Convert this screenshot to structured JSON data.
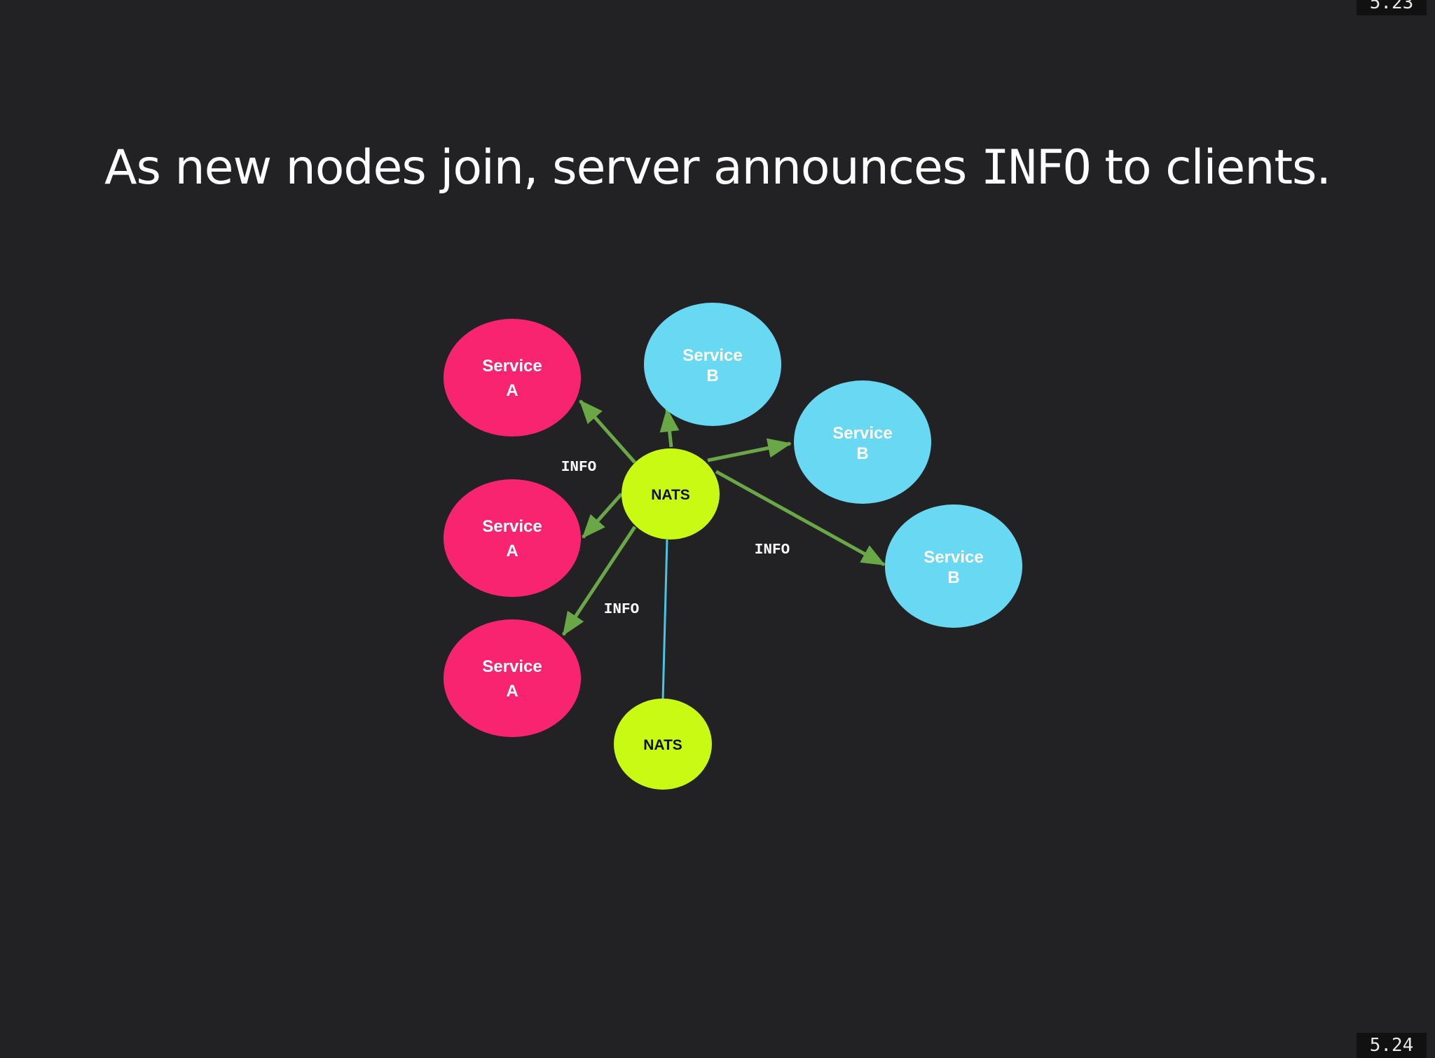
{
  "slide": {
    "prev_number": "5.23",
    "current_number": "5.24",
    "title_before": "As new nodes join, server announces",
    "title_code": "INFO",
    "title_after": "to clients."
  },
  "colors": {
    "background": "#222224",
    "service_a": "#f9246f",
    "service_b": "#69d8f3",
    "nats": "#c8fa14",
    "arrow": "#6aa747",
    "route_line": "#4cc3e3"
  },
  "diagram": {
    "nodes": [
      {
        "id": "sa1",
        "line1": "Service",
        "line2": "A",
        "kind": "service-a"
      },
      {
        "id": "sa2",
        "line1": "Service",
        "line2": "A",
        "kind": "service-a"
      },
      {
        "id": "sa3",
        "line1": "Service",
        "line2": "A",
        "kind": "service-a"
      },
      {
        "id": "sb1",
        "line1": "Service",
        "line2": "B",
        "kind": "service-b"
      },
      {
        "id": "sb2",
        "line1": "Service",
        "line2": "B",
        "kind": "service-b"
      },
      {
        "id": "sb3",
        "line1": "Service",
        "line2": "B",
        "kind": "service-b"
      },
      {
        "id": "nats1",
        "line1": "NATS",
        "kind": "nats"
      },
      {
        "id": "nats2",
        "line1": "NATS",
        "kind": "nats"
      }
    ],
    "edge_labels": [
      "INFO",
      "INFO",
      "INFO"
    ]
  }
}
